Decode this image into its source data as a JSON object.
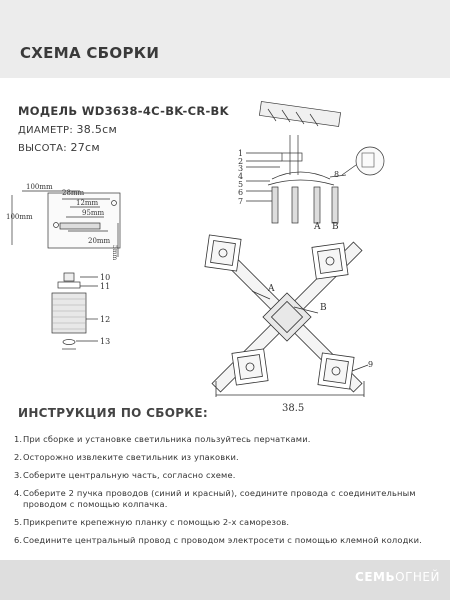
{
  "header": {
    "title": "СХЕМА СБОРКИ"
  },
  "model": {
    "line": "МОДЕЛЬ WD3638-4C-BK-CR-BK",
    "diameter_label": "ДИАМЕТР:",
    "diameter_value": "38.5см",
    "height_label": "ВЫСОТА:",
    "height_value": "27см"
  },
  "drawing": {
    "canopy_dims": {
      "w": "100mm",
      "h": "100mm",
      "a": "28mm",
      "b": "12mm",
      "c": "95mm",
      "d": "20mm",
      "e": "5mm"
    },
    "parts_left": [
      "10",
      "11",
      "12",
      "13"
    ],
    "parts_side": [
      "1",
      "2",
      "3",
      "4",
      "5",
      "6",
      "7"
    ],
    "part_8": "8",
    "part_9": "9",
    "label_a": "A",
    "label_b": "B",
    "dimension": "38.5"
  },
  "instructions": {
    "title": "ИНСТРУКЦИЯ ПО СБОРКЕ:",
    "steps": [
      {
        "num": "1.",
        "text": "При сборке и установке светильника пользуйтесь перчатками."
      },
      {
        "num": "2.",
        "text": "Осторожно извлеките светильник из упаковки."
      },
      {
        "num": "3.",
        "text": "Соберите центральную часть, согласно схеме."
      },
      {
        "num": "4.",
        "text": "Соберите 2 пучка проводов (синий и красный), соедините провода с соединительным проводом с помощью колпачка."
      },
      {
        "num": "5.",
        "text": "Прикрепите крепежную планку с помощью 2-х саморезов."
      },
      {
        "num": "6.",
        "text": "Соедините центральный провод с проводом электросети с помощью клемной колодки."
      }
    ]
  },
  "brand": {
    "part1": "СЕМЬ",
    "part2": "ОГНЕЙ"
  }
}
